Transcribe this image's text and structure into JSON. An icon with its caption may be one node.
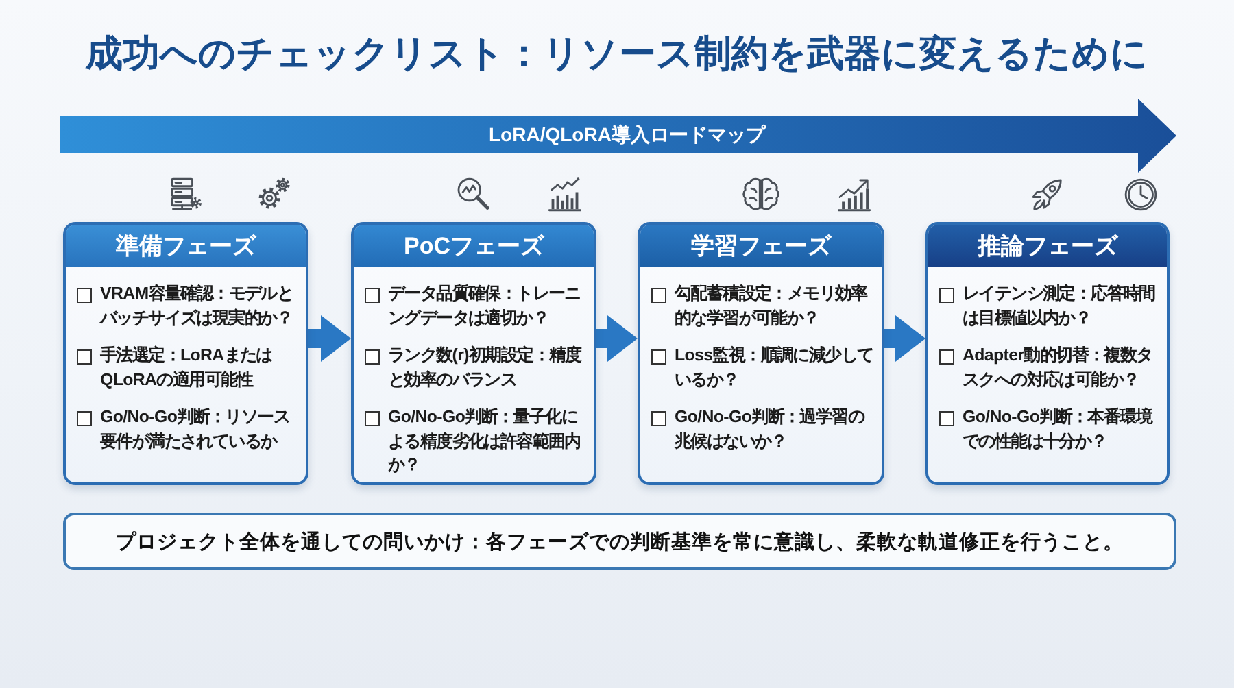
{
  "diagram": {
    "title": "成功へのチェックリスト：リソース制約を武器に変えるために",
    "nodes": [
      {
        "text": [
          "LoRA/QLoRA導入ロードマップ"
        ]
      },
      {
        "text": [
          "準備フェーズ",
          "VRAM容量確認：モデルとバッチサイズは現実的か？",
          "手法選定：LoRAまたはQLoRAの適用可能性",
          "Go/No-Go判断：リソース要件が満たされているか"
        ]
      },
      {
        "text": [
          "PoCフェーズ",
          "データ品質確保：トレーニングデータは適切か？",
          "ランク数(r)初期設定：精度と効率のバランス",
          "Go/No-Go判断：量子化による精度劣化は許容範囲内か？"
        ]
      },
      {
        "text": [
          "学習フェーズ",
          "勾配蓄積設定：メモリ効率的な学習が可能か？",
          "Loss監視：順調に減少しているか？",
          "Go/No-Go判断：過学習の兆候はないか？"
        ]
      },
      {
        "text": [
          "推論フェーズ",
          "レイテンシ測定：応答時間は目標値以内か？",
          "Adapter動的切替：複数タスクへの対応は可能か？",
          "Go/No-Go判断：本番環境での性能は十分か？"
        ]
      },
      {
        "text": [
          "プロジェクト全体を通しての問いかけ：各フェーズでの判断基準を常に意識し、柔軟な軌道修正を行うこと。"
        ]
      }
    ],
    "edges": [
      {
        "from": 1,
        "to": 2,
        "arrow": "to"
      },
      {
        "from": 2,
        "to": 3,
        "arrow": "to"
      },
      {
        "from": 3,
        "to": 4,
        "arrow": "to"
      }
    ]
  }
}
